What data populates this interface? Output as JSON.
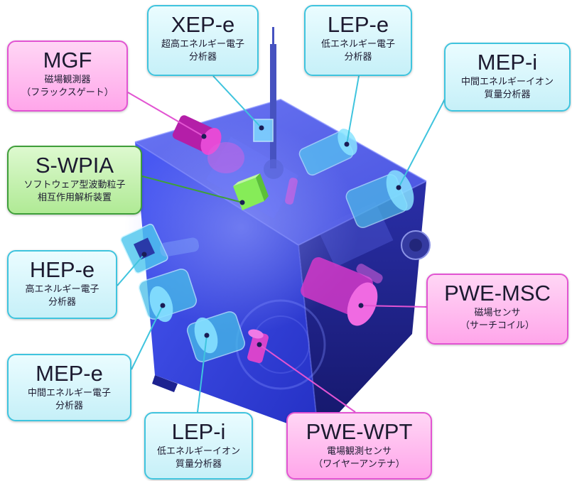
{
  "colors": {
    "field_instrument": "#e254d2",
    "particle_instrument": "#3fc4de",
    "wave_particle_instrument": "#3f9f3a",
    "satellite_body": "#2b33d6"
  },
  "labels": {
    "mgf": {
      "title": "MGF",
      "line1": "磁場観測器",
      "line2": "（フラックスゲート）"
    },
    "xepe": {
      "title": "XEP-e",
      "line1": "超高エネルギー電子",
      "line2": "分析器"
    },
    "lepe": {
      "title": "LEP-e",
      "line1": "低エネルギー電子",
      "line2": "分析器"
    },
    "mepi": {
      "title": "MEP-i",
      "line1": "中間エネルギーイオン",
      "line2": "質量分析器"
    },
    "swpia": {
      "title": "S-WPIA",
      "line1": "ソフトウェア型波動粒子",
      "line2": "相互作用解析装置"
    },
    "hepe": {
      "title": "HEP-e",
      "line1": "高エネルギー電子",
      "line2": "分析器"
    },
    "pwemsc": {
      "title": "PWE-MSC",
      "line1": "磁場センサ",
      "line2": "（サーチコイル）"
    },
    "mepe": {
      "title": "MEP-e",
      "line1": "中間エネルギー電子",
      "line2": "分析器"
    },
    "lepi": {
      "title": "LEP-i",
      "line1": "低エネルギーイオン",
      "line2": "質量分析器"
    },
    "pwewpt": {
      "title": "PWE-WPT",
      "line1": "電場観測センサ",
      "line2": "（ワイヤーアンテナ）"
    }
  }
}
